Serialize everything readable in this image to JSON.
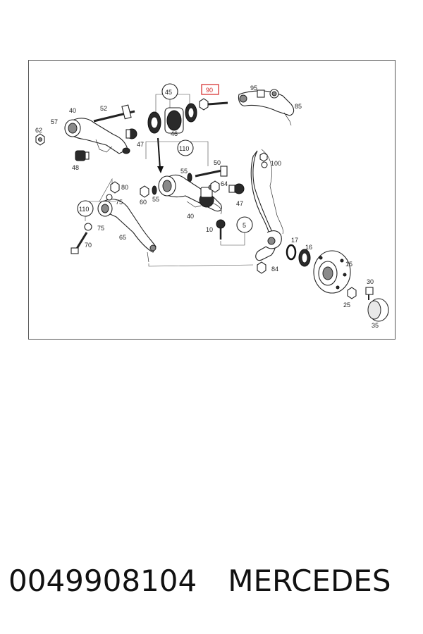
{
  "diagram": {
    "labels": [
      {
        "id": "l52",
        "text": "52"
      },
      {
        "id": "l40a",
        "text": "40"
      },
      {
        "id": "l57",
        "text": "57"
      },
      {
        "id": "l62",
        "text": "62"
      },
      {
        "id": "l48",
        "text": "48"
      },
      {
        "id": "l45",
        "text": "45"
      },
      {
        "id": "l46",
        "text": "46"
      },
      {
        "id": "l47a",
        "text": "47"
      },
      {
        "id": "l90",
        "text": "90"
      },
      {
        "id": "l95",
        "text": "95"
      },
      {
        "id": "l85",
        "text": "85"
      },
      {
        "id": "l110a",
        "text": "110"
      },
      {
        "id": "l55a",
        "text": "55"
      },
      {
        "id": "l50",
        "text": "50"
      },
      {
        "id": "l100",
        "text": "100"
      },
      {
        "id": "l64",
        "text": "64"
      },
      {
        "id": "l47b",
        "text": "47"
      },
      {
        "id": "l60",
        "text": "60"
      },
      {
        "id": "l55b",
        "text": "55"
      },
      {
        "id": "l40b",
        "text": "40"
      },
      {
        "id": "l80",
        "text": "80"
      },
      {
        "id": "l75a",
        "text": "75"
      },
      {
        "id": "l110b",
        "text": "110"
      },
      {
        "id": "l75b",
        "text": "75"
      },
      {
        "id": "l70",
        "text": "70"
      },
      {
        "id": "l65",
        "text": "65"
      },
      {
        "id": "l10",
        "text": "10"
      },
      {
        "id": "l5",
        "text": "5"
      },
      {
        "id": "l17",
        "text": "17"
      },
      {
        "id": "l16",
        "text": "16"
      },
      {
        "id": "l15",
        "text": "15"
      },
      {
        "id": "l84",
        "text": "84"
      },
      {
        "id": "l30",
        "text": "30"
      },
      {
        "id": "l25",
        "text": "25"
      },
      {
        "id": "l35",
        "text": "35"
      }
    ],
    "highlight_color": "#d42424"
  },
  "caption": {
    "part_number": "0049908104",
    "brand": "MERCEDES"
  }
}
